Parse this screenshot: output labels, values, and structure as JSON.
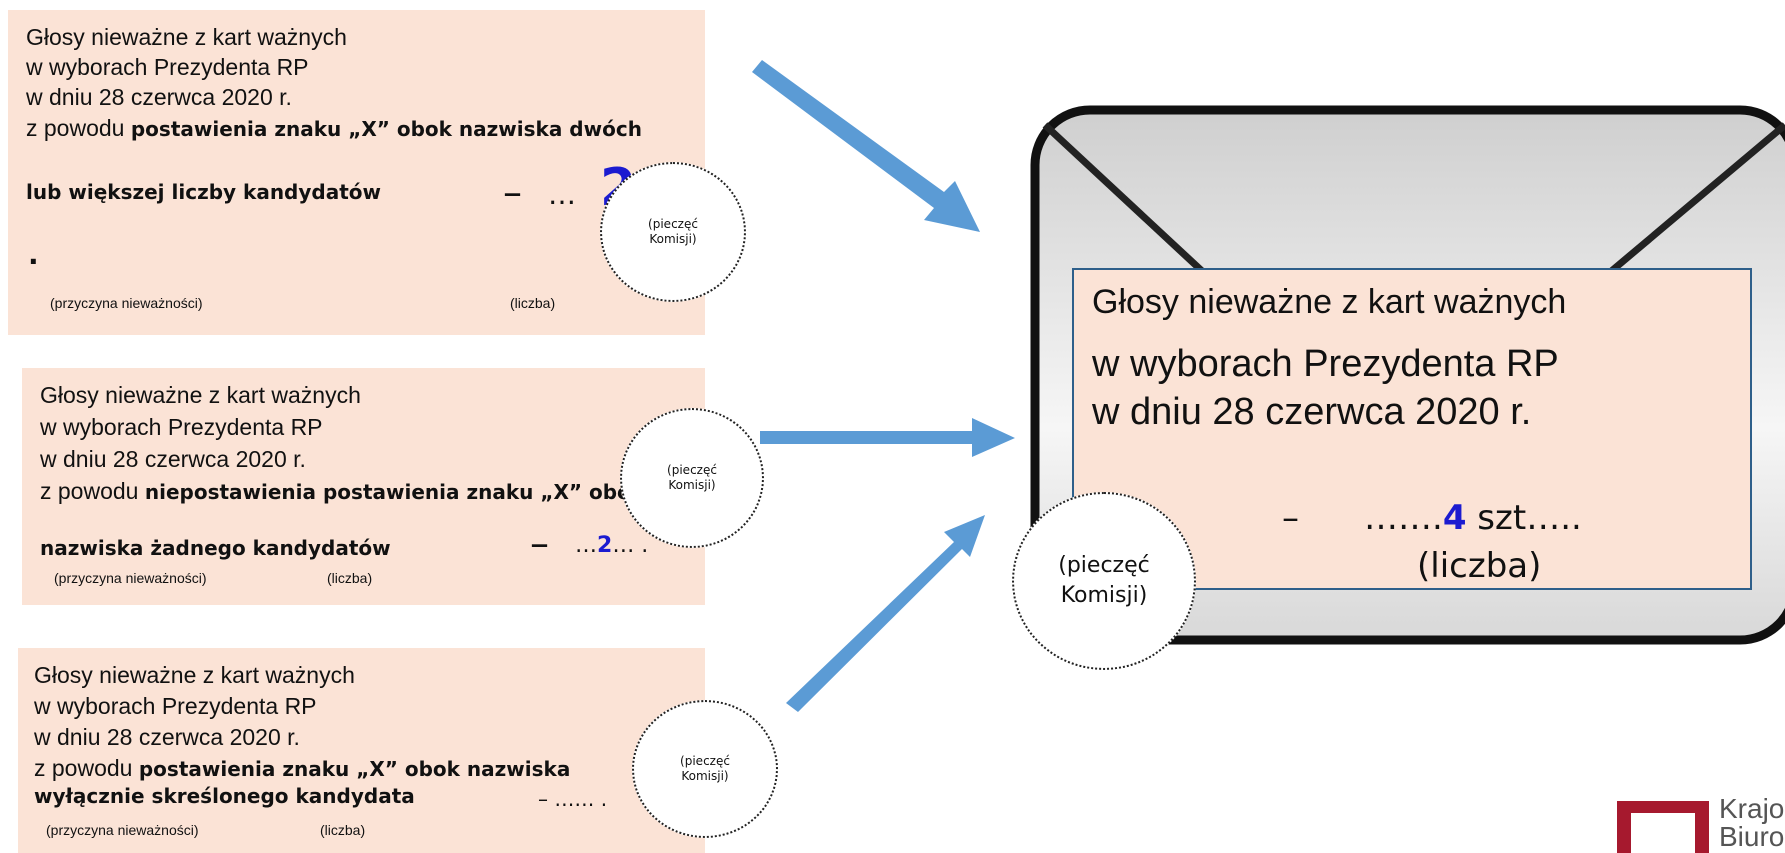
{
  "card1": {
    "line1": "Głosy nieważne z kart ważnych",
    "line2": "w wyborach Prezydenta RP",
    "line3": "w dniu 28 czerwca 2020 r.",
    "prefix": "z powodu",
    "reason_a": "postawienia znaku „X” obok nazwiska dwóch",
    "reason_b": "lub większej liczby kandydatów",
    "dash": "–",
    "dots": "…",
    "number": "2",
    "trailing": ".",
    "cause_label": "(przyczyna nieważności)",
    "count_label": "(liczba)",
    "stamp_line1": "(pieczęć",
    "stamp_line2": "Komisji)"
  },
  "card2": {
    "line1": "Głosy nieważne z kart ważnych",
    "line2": "w wyborach Prezydenta RP",
    "line3": "w dniu 28 czerwca 2020 r.",
    "prefix": "z powodu",
    "reason_a": "niepostawienia postawienia znaku „X” obok",
    "reason_b": "nazwiska żadnego kandydatów",
    "dash": "–",
    "dots_before": "…",
    "number": "2",
    "dots_after": "… .",
    "cause_label": "(przyczyna nieważności)",
    "count_label": "(liczba)",
    "stamp_line1": "(pieczęć",
    "stamp_line2": "Komisji)"
  },
  "card3": {
    "line1": "Głosy nieważne z kart ważnych",
    "line2": "w wyborach Prezydenta RP",
    "line3": "w dniu 28 czerwca 2020 r.",
    "prefix": "z powodu",
    "reason_a": "postawienia znaku „X” obok nazwiska",
    "reason_b": "wyłącznie skreślonego kandydata",
    "dash_dots": "– …… .",
    "cause_label": "(przyczyna nieważności)",
    "count_label": "(liczba)",
    "stamp_line1": "(pieczęć",
    "stamp_line2": "Komisji)"
  },
  "envelope": {
    "line1": "Głosy nieważne z kart ważnych",
    "line2": "w wyborach Prezydenta RP",
    "line3": "w dniu 28 czerwca 2020 r.",
    "dash": "–",
    "dots_before": "…….",
    "number": "4",
    "suffix": "szt…..",
    "count_label": "(liczba)",
    "stamp_line1": "(pieczęć",
    "stamp_line2": "Komisji)"
  },
  "logo": {
    "line1": "Krajo",
    "line2": "Biuro"
  },
  "colors": {
    "card_bg": "#fbe3d6",
    "arrow": "#5b9bd5",
    "number": "#1b1bd0",
    "envelope_border": "#2e5f8a",
    "logo_red": "#a6192e"
  }
}
